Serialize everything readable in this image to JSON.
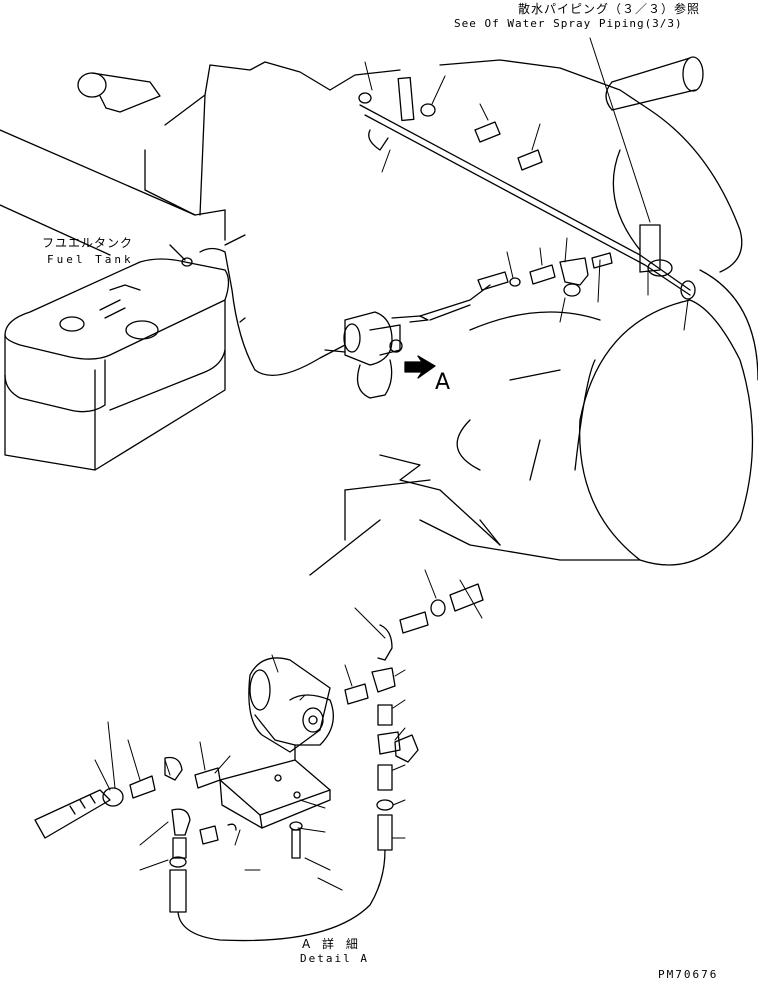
{
  "labels": {
    "spray_ref_jp": "散水パイピング（３／３）参照",
    "spray_ref_en": "See Of Water Spray Piping(3/3)",
    "fuel_tank_jp": "フユエルタンク",
    "fuel_tank_en": "Fuel Tank",
    "view_marker": "A",
    "detail_jp": "A 詳 細",
    "detail_en": "Detail A",
    "drawing_code": "PM70676"
  },
  "colors": {
    "ink": "#000000",
    "paper": "#ffffff"
  }
}
